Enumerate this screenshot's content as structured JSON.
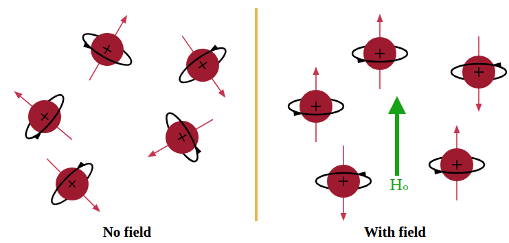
{
  "diagram": {
    "labels": [
      "No field",
      "With field",
      "Hₒ"
    ]
  }
}
